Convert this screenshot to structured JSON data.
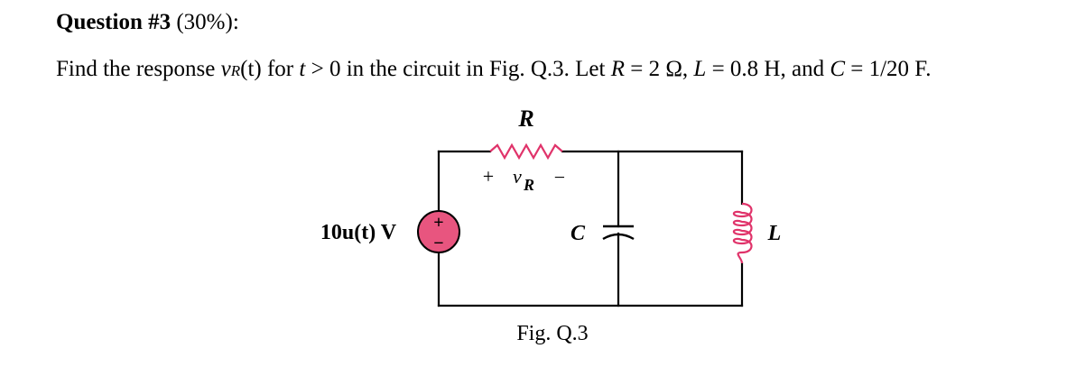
{
  "question": {
    "title": "Question #3",
    "weight": "(30%):"
  },
  "problem": {
    "text_start": "Find the response ",
    "v_symbol": "v",
    "v_subscript": "R",
    "v_arg": "(t)",
    "text_for": " for ",
    "t_symbol": "t",
    "text_condition": " > 0 in the circuit in Fig. Q.3.  Let ",
    "r_var": "R",
    "r_value": " = 2 Ω, ",
    "l_var": "L",
    "l_value": " = 0.8 H, and ",
    "c_var": "C",
    "c_value": " = 1/20 F."
  },
  "circuit": {
    "resistor_label": "R",
    "plus_sign": "+",
    "minus_sign": "−",
    "vr_symbol": "v",
    "vr_subscript": "R",
    "source_label": "10u(t) V",
    "source_plus": "+",
    "source_minus": "−",
    "capacitor_label": "C",
    "inductor_label": "L",
    "figure_caption": "Fig. Q.3",
    "colors": {
      "wire": "#000000",
      "source_fill": "#e8557f"
    }
  }
}
